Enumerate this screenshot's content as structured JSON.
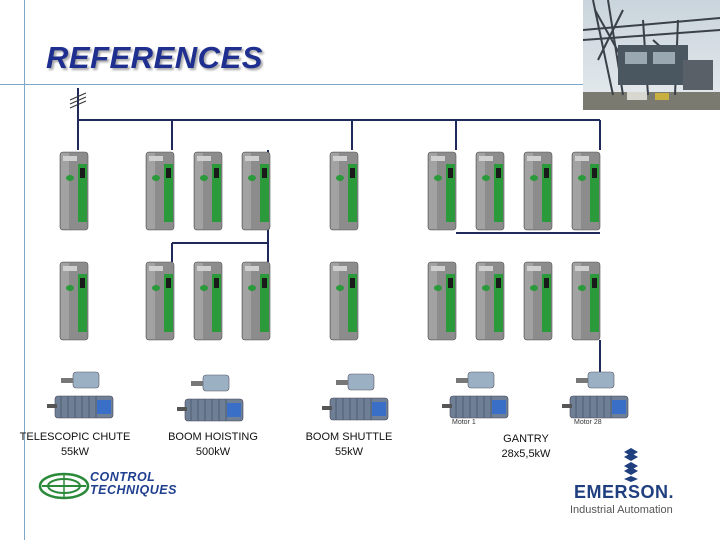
{
  "slide": {
    "title": "REFERENCES"
  },
  "systems": [
    {
      "name": "TELESCOPIC CHUTE",
      "power": "55kW"
    },
    {
      "name": "BOOM HOISTING",
      "power": "500kW"
    },
    {
      "name": "BOOM SHUTTLE",
      "power": "55kW"
    },
    {
      "name": "GANTRY",
      "power": "28x5,5kW"
    }
  ],
  "motor_labels": {
    "first": "Motor 1",
    "last": "Motor 28"
  },
  "logos": {
    "control_techniques_line1": "CONTROL",
    "control_techniques_line2": "TECHNIQUES",
    "emerson_name": "EMERSON.",
    "emerson_sub": "Industrial Automation"
  },
  "colors": {
    "title": "#1f2f8f",
    "bus_line": "#1f2a5a",
    "drive_body": "#8c8c8c",
    "drive_panel": "#2a9a3a",
    "motor_body": "#6e7f96",
    "motor_end": "#3a6fc8"
  },
  "icons": {
    "power_supply": "three-phase-tick-icon",
    "drive": "drive-unit-icon",
    "motor": "motor-icon",
    "photo": "crane-photo"
  }
}
